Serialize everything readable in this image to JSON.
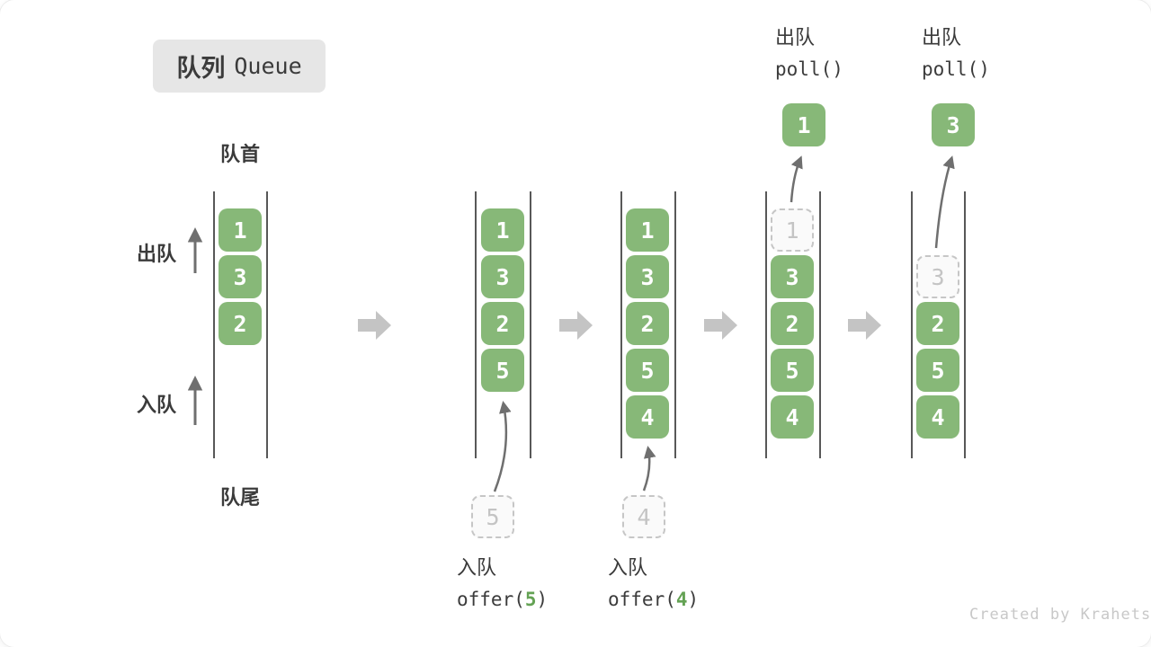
{
  "title": {
    "zh": "队列",
    "en": "Queue"
  },
  "labels": {
    "front": "队首",
    "rear": "队尾",
    "dequeue": "出队",
    "enqueue": "入队"
  },
  "operations": {
    "enqueue5": {
      "label": "入队",
      "fn_open": "offer(",
      "arg": "5",
      "fn_close": ")"
    },
    "enqueue4": {
      "label": "入队",
      "fn_open": "offer(",
      "arg": "4",
      "fn_close": ")"
    },
    "poll_a": {
      "label": "出队",
      "code": "poll()",
      "out_value": "1"
    },
    "poll_b": {
      "label": "出队",
      "code": "poll()",
      "out_value": "3"
    }
  },
  "states": [
    {
      "name": "initial",
      "cells": [
        "1",
        "3",
        "2"
      ]
    },
    {
      "name": "after-offer-5",
      "cells": [
        "1",
        "3",
        "2",
        "5"
      ],
      "incoming": "5"
    },
    {
      "name": "after-offer-4",
      "cells": [
        "1",
        "3",
        "2",
        "5",
        "4"
      ],
      "incoming": "4"
    },
    {
      "name": "after-poll-1",
      "removed": "1",
      "cells": [
        "3",
        "2",
        "5",
        "4"
      ]
    },
    {
      "name": "after-poll-3",
      "removed": "3",
      "cells": [
        "2",
        "5",
        "4"
      ]
    }
  ],
  "watermark": "Created by Krahets",
  "colors": {
    "cell_green": "#87b878",
    "code_green": "#64a254",
    "ghost_border": "#c6c6c6",
    "ghost_text": "#c4c4c4",
    "block_arrow_gray": "#c4c4c4",
    "thin_arrow_gray": "#6f6f6f",
    "container_line": "#585858",
    "text_dark": "#3b3b3b",
    "title_bg": "#e6e6e6",
    "watermark_gray": "#c8c8c8"
  }
}
